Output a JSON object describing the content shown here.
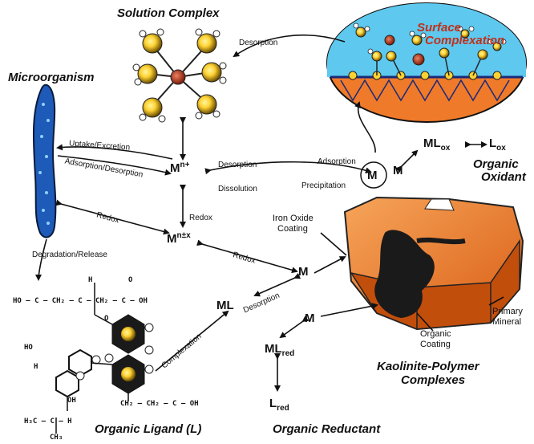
{
  "titles": {
    "solution_complex": "Solution Complex",
    "surface_complexation_line1": "Surface",
    "surface_complexation_line2": "Complexation",
    "microorganism": "Microorganism",
    "organic_oxidant_line1": "Organic",
    "organic_oxidant_line2": "Oxidant",
    "kaolinite_line1": "Kaolinite-Polymer",
    "kaolinite_line2": "Complexes",
    "organic_ligand": "Organic Ligand (L)",
    "organic_reductant": "Organic Reductant"
  },
  "species": {
    "m": "M",
    "mn_plus_base": "M",
    "mn_plus_sup": "n+",
    "mnx_base": "M",
    "mnx_sup": "n±x",
    "ml": "ML",
    "ml_ox_base": "ML",
    "ml_ox_sub": "ox",
    "l_ox_base": "L",
    "l_ox_sub": "ox",
    "ml_red_base": "ML",
    "ml_red_sub": "red",
    "l_red_base": "L",
    "l_red_sub": "red"
  },
  "processes": {
    "desorption_top": "Desorption",
    "uptake_excretion": "Uptake/Excretion",
    "adsorption_desorption": "Adsorption/Desorption",
    "desorption_mid": "Desorption",
    "dissolution": "Dissolution",
    "adsorption": "Adsorption",
    "precipitation": "Precipitation",
    "redox_vertical": "Redox",
    "redox_left": "Redox",
    "redox_right": "Redox",
    "degradation_release": "Degradation/Release",
    "desorption_ml": "Desorption",
    "complexation": "Complexation"
  },
  "annotations": {
    "iron_oxide_line1": "Iron Oxide",
    "iron_oxide_line2": "Coating",
    "primary_mineral_line1": "Primary",
    "primary_mineral_line2": "Mineral",
    "organic_coating_line1": "Organic",
    "organic_coating_line2": "Coating"
  },
  "ligand_structure": {
    "row1_labels": [
      "H",
      "O"
    ],
    "chain": "HO – C – CH₂ – C – CH₂ – C – OH",
    "oh_top": "O",
    "ho_left": "HO",
    "h_left": "H",
    "oh_bottom": "OH",
    "tail": "CH₂ – CH₂ – C – OH",
    "h3c": "H₃C – C – H",
    "ch3": "CH₃"
  },
  "colors": {
    "sky": "#5ec8ee",
    "surface_orange": "#ef7a2a",
    "microbe_blue": "#1e5ab8",
    "mineral_orange": "#e8701e",
    "mineral_dark": "#1a1a1a",
    "metal_center": "#c63a18",
    "ligand_yellow": "#ffd233"
  }
}
